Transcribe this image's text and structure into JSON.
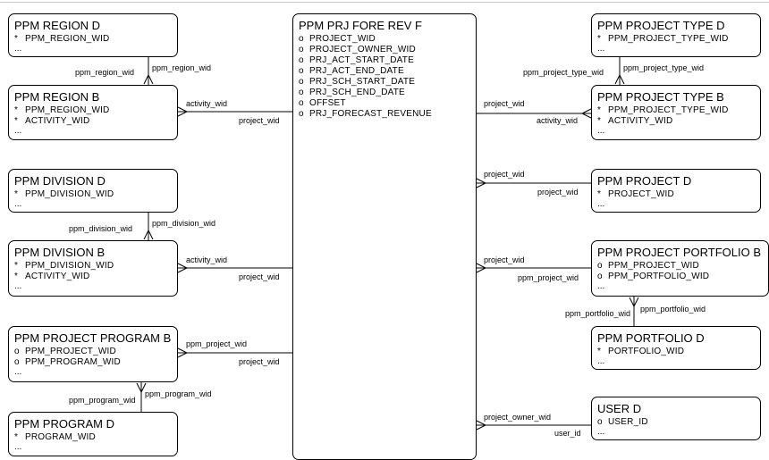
{
  "entities": {
    "region_d": {
      "title": "PPM REGION D",
      "attrs": [
        {
          "marker": "*",
          "name": "PPM_REGION_WID"
        }
      ],
      "more": "..."
    },
    "region_b": {
      "title": "PPM REGION B",
      "attrs": [
        {
          "marker": "*",
          "name": "PPM_REGION_WID"
        },
        {
          "marker": "*",
          "name": "ACTIVITY_WID"
        }
      ],
      "more": "..."
    },
    "division_d": {
      "title": "PPM DIVISION D",
      "attrs": [
        {
          "marker": "*",
          "name": "PPM_DIVISION_WID"
        }
      ],
      "more": "..."
    },
    "division_b": {
      "title": "PPM DIVISION B",
      "attrs": [
        {
          "marker": "*",
          "name": "PPM_DIVISION_WID"
        },
        {
          "marker": "*",
          "name": "ACTIVITY_WID"
        }
      ],
      "more": "..."
    },
    "program_b": {
      "title": "PPM PROJECT PROGRAM B",
      "attrs": [
        {
          "marker": "o",
          "name": "PPM_PROJECT_WID"
        },
        {
          "marker": "o",
          "name": "PPM_PROGRAM_WID"
        }
      ],
      "more": "..."
    },
    "program_d": {
      "title": "PPM PROGRAM D",
      "attrs": [
        {
          "marker": "*",
          "name": "PROGRAM_WID"
        }
      ],
      "more": "..."
    },
    "fore_rev": {
      "title": "PPM PRJ FORE REV F",
      "attrs": [
        {
          "marker": "o",
          "name": "PROJECT_WID"
        },
        {
          "marker": "o",
          "name": "PROJECT_OWNER_WID"
        },
        {
          "marker": "o",
          "name": "PRJ_ACT_START_DATE"
        },
        {
          "marker": "o",
          "name": "PRJ_ACT_END_DATE"
        },
        {
          "marker": "o",
          "name": "PRJ_SCH_START_DATE"
        },
        {
          "marker": "o",
          "name": "PRJ_SCH_END_DATE"
        },
        {
          "marker": "o",
          "name": "OFFSET"
        },
        {
          "marker": "o",
          "name": "PRJ_FORECAST_REVENUE"
        }
      ],
      "more": ""
    },
    "type_d": {
      "title": "PPM PROJECT TYPE D",
      "attrs": [
        {
          "marker": "*",
          "name": "PPM_PROJECT_TYPE_WID"
        }
      ],
      "more": "..."
    },
    "type_b": {
      "title": "PPM PROJECT TYPE B",
      "attrs": [
        {
          "marker": "*",
          "name": "PPM_PROJECT_TYPE_WID"
        },
        {
          "marker": "*",
          "name": "ACTIVITY_WID"
        }
      ],
      "more": "..."
    },
    "project_d": {
      "title": "PPM PROJECT D",
      "attrs": [
        {
          "marker": "*",
          "name": "PROJECT_WID"
        }
      ],
      "more": "..."
    },
    "portfolio_b": {
      "title": "PPM PROJECT PORTFOLIO B",
      "attrs": [
        {
          "marker": "o",
          "name": "PPM_PROJECT_WID"
        },
        {
          "marker": "o",
          "name": "PPM_PORTFOLIO_WID"
        }
      ],
      "more": "..."
    },
    "portfolio_d": {
      "title": "PPM PORTFOLIO D",
      "attrs": [
        {
          "marker": "*",
          "name": "PORTFOLIO_WID"
        }
      ],
      "more": "..."
    },
    "user_d": {
      "title": "USER D",
      "attrs": [
        {
          "marker": "o",
          "name": "USER_ID"
        }
      ],
      "more": "..."
    }
  },
  "relationship_labels": {
    "region_up": "ppm_region_wid",
    "region_down": "ppm_region_wid",
    "region_fact_from": "activity_wid",
    "region_fact_to": "project_wid",
    "division_up": "ppm_division_wid",
    "division_down": "ppm_division_wid",
    "division_fact_from": "activity_wid",
    "division_fact_to": "project_wid",
    "program_fact_from": "ppm_project_wid",
    "program_fact_to": "project_wid",
    "program_up": "ppm_program_wid",
    "program_down": "ppm_program_wid",
    "type_up": "ppm_project_type_wid",
    "type_down": "ppm_project_type_wid",
    "type_fact_from": "project_wid",
    "type_fact_to": "activity_wid",
    "project_fact_from": "project_wid",
    "project_fact_to": "project_wid",
    "portfolio_fact_from": "project_wid",
    "portfolio_fact_to": "ppm_project_wid",
    "portfolio_up": "ppm_portfolio_wid",
    "portfolio_down": "ppm_portfolio_wid",
    "user_fact_from": "project_owner_wid",
    "user_fact_to": "user_id"
  }
}
